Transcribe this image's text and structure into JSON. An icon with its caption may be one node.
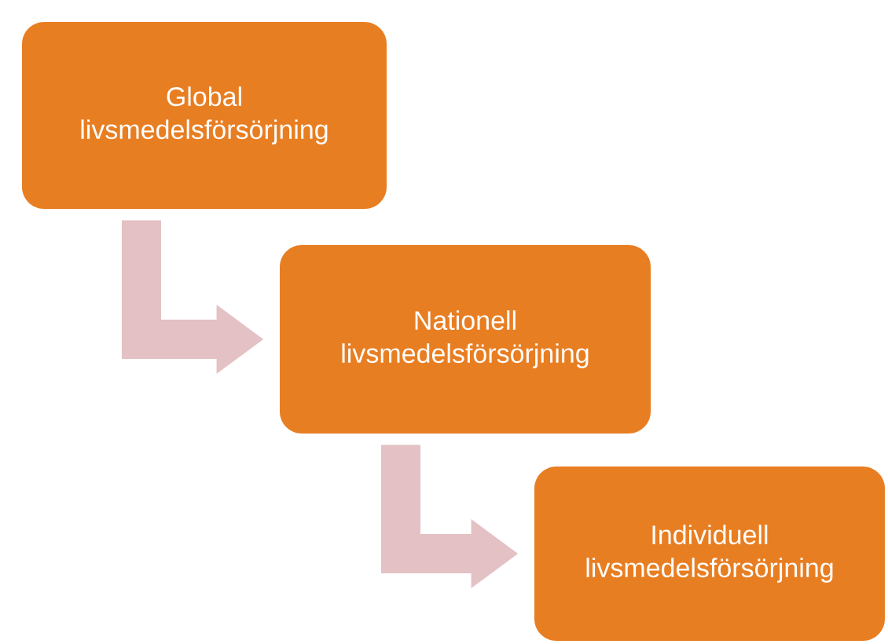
{
  "diagram": {
    "nodes": [
      {
        "text": [
          "Global livsmedelsförsörjning"
        ]
      },
      {
        "text": [
          "Nationell livsmedelsförsörjning"
        ]
      },
      {
        "text": [
          "Individuell livsmedelsförsörjning"
        ]
      }
    ],
    "edges": [
      {
        "from": 0,
        "to": 1,
        "arrow": "to"
      },
      {
        "from": 1,
        "to": 2,
        "arrow": "to"
      }
    ]
  }
}
